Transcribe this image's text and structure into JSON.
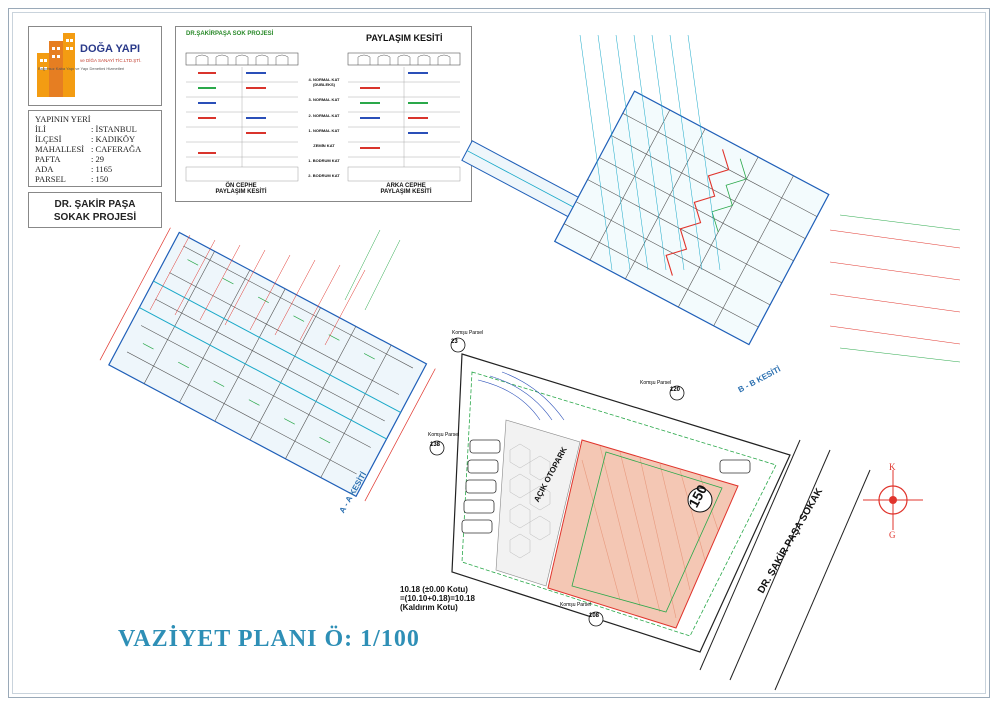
{
  "logo": {
    "name": "DOĞA YAPI",
    "sub": "ve DİĞA SANAYİ TİC.LTD.ŞTİ.",
    "tagline": "Bağımsız Kaba Yapı ve Yapı Denetimi Hizmetleri"
  },
  "info": {
    "header": "YAPININ YERİ",
    "rows": [
      {
        "k": "İLİ",
        "v": ": İSTANBUL"
      },
      {
        "k": "İLÇESİ",
        "v": ": KADIKÖY"
      },
      {
        "k": "MAHALLESİ",
        "v": ": CAFERAĞA"
      },
      {
        "k": "PAFTA",
        "v": ": 29"
      },
      {
        "k": "ADA",
        "v": ": 1165"
      },
      {
        "k": "PARSEL",
        "v": ": 150"
      }
    ]
  },
  "project": {
    "line1": "DR. ŞAKİR PAŞA",
    "line2": "SOKAK PROJESİ"
  },
  "sheet": {
    "project_label": "DR.ŞAKİRPAŞA SOK PROJESİ",
    "title": "PAYLAŞIM KESİTİ",
    "front_caption_1": "ÖN CEPHE",
    "front_caption_2": "PAYLAŞIM KESİTİ",
    "back_caption_1": "ARKA CEPHE",
    "back_caption_2": "PAYLAŞIM KESİTİ",
    "floors": [
      "4. NORMAL KAT (DUBLEKS)",
      "3. NORMAL KAT",
      "2. NORMAL KAT",
      "1. NORMAL KAT",
      "ZEMİN KAT",
      "1. BODRUM KAT",
      "2. BODRUM KAT"
    ]
  },
  "drawing": {
    "section_a": "A - A KESİTİ",
    "section_b": "B - B KESİTİ",
    "otopark": "AÇIK OTOPARK",
    "parcel": "150",
    "street": "DR. ŞAKİR PAŞA SOKAK",
    "neighbors": [
      "Komşu Parsel",
      "Komşu Parsel",
      "Komşu Parsel",
      "Komşu Parsel"
    ],
    "neighbor_nums": [
      "23",
      "120",
      "138",
      "108"
    ],
    "kot_1": "10.18 (±0.00 Kotu)",
    "kot_2": "=(10.10+0.18)=10.18",
    "kot_3": "(Kaldırım Kotu)",
    "compass_n": "K",
    "compass_s": "G"
  },
  "title": "VAZİYET PLANI Ö: 1/100",
  "colors": {
    "title": "#2e8fb6",
    "cyan": "#18a8c8",
    "red": "#e0342c",
    "green": "#2aa84a",
    "blue": "#1f5fb8",
    "hatch": "#f4c7b4"
  }
}
